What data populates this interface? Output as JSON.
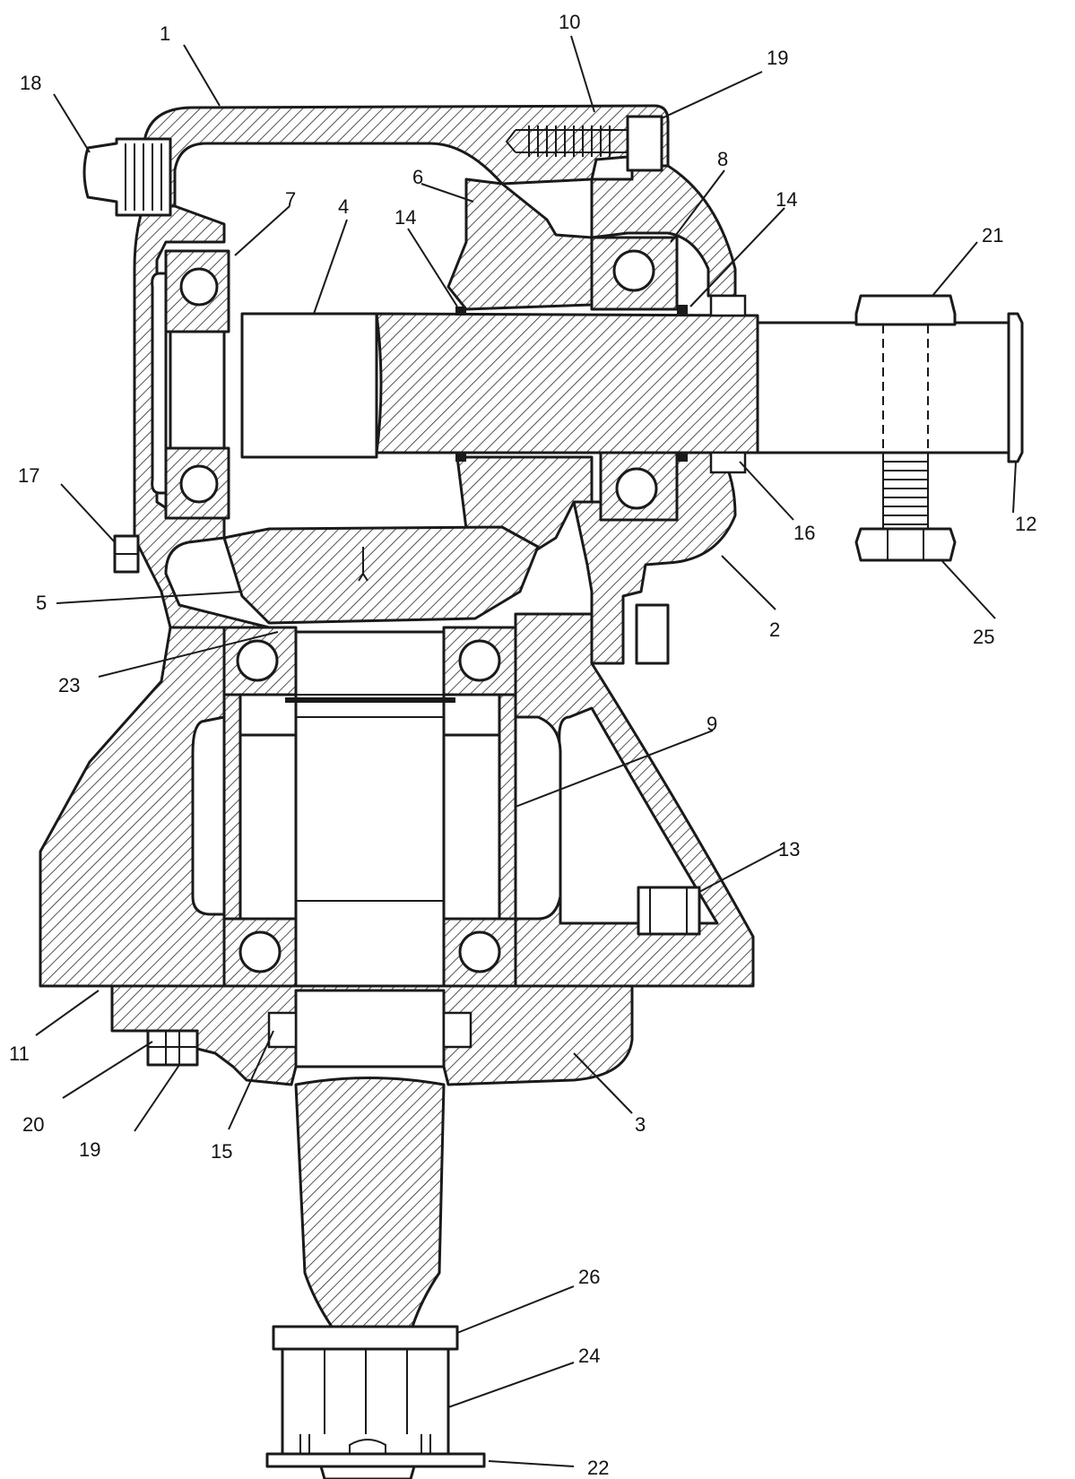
{
  "diagram": {
    "callouts": [
      {
        "id": "c1",
        "text": "1"
      },
      {
        "id": "c2",
        "text": "2"
      },
      {
        "id": "c3",
        "text": "3"
      },
      {
        "id": "c4",
        "text": "4"
      },
      {
        "id": "c5",
        "text": "5"
      },
      {
        "id": "c6",
        "text": "6"
      },
      {
        "id": "c7",
        "text": "7"
      },
      {
        "id": "c8",
        "text": "8"
      },
      {
        "id": "c9",
        "text": "9"
      },
      {
        "id": "c10",
        "text": "10"
      },
      {
        "id": "c11",
        "text": "11"
      },
      {
        "id": "c12",
        "text": "12"
      },
      {
        "id": "c13",
        "text": "13"
      },
      {
        "id": "c14a",
        "text": "14"
      },
      {
        "id": "c14b",
        "text": "14"
      },
      {
        "id": "c15",
        "text": "15"
      },
      {
        "id": "c16",
        "text": "16"
      },
      {
        "id": "c17",
        "text": "17"
      },
      {
        "id": "c18",
        "text": "18"
      },
      {
        "id": "c19a",
        "text": "19"
      },
      {
        "id": "c19b",
        "text": "19"
      },
      {
        "id": "c20",
        "text": "20"
      },
      {
        "id": "c21",
        "text": "21"
      },
      {
        "id": "c22",
        "text": "22"
      },
      {
        "id": "c23",
        "text": "23"
      },
      {
        "id": "c24",
        "text": "24"
      },
      {
        "id": "c25",
        "text": "25"
      },
      {
        "id": "c26",
        "text": "26"
      }
    ]
  }
}
